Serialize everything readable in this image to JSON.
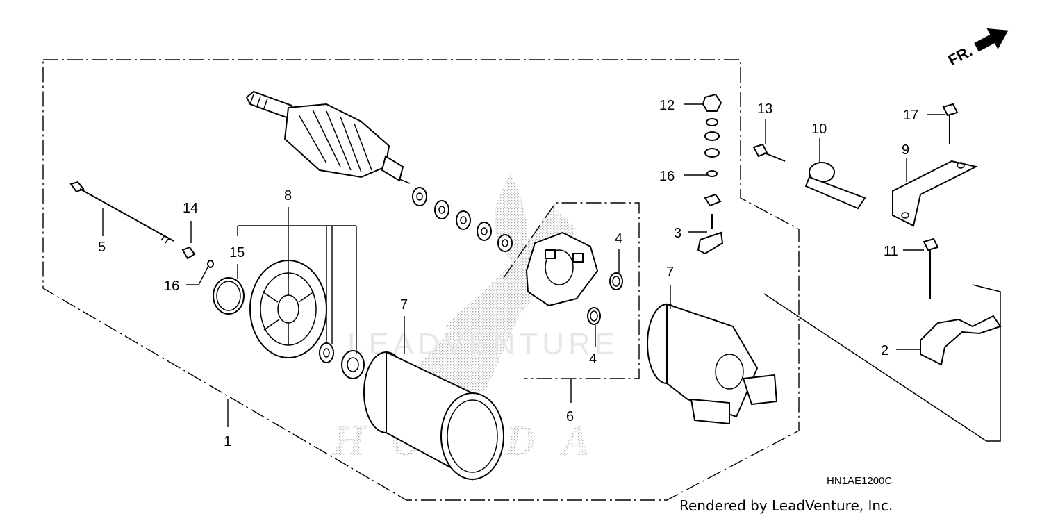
{
  "diagram": {
    "code": "HN1AE1200C",
    "credit": "Rendered by LeadVenture, Inc.",
    "direction_arrow": "FR.",
    "watermark_brand": "HONDA",
    "watermark_sub": "LEADVENTURE"
  },
  "callouts": {
    "c1": "1",
    "c2": "2",
    "c3": "3",
    "c4a": "4",
    "c4b": "4",
    "c5": "5",
    "c6": "6",
    "c7a": "7",
    "c7b": "7",
    "c8": "8",
    "c9": "9",
    "c10": "10",
    "c11": "11",
    "c12": "12",
    "c13": "13",
    "c14": "14",
    "c15": "15",
    "c16a": "16",
    "c16b": "16",
    "c17": "17"
  }
}
